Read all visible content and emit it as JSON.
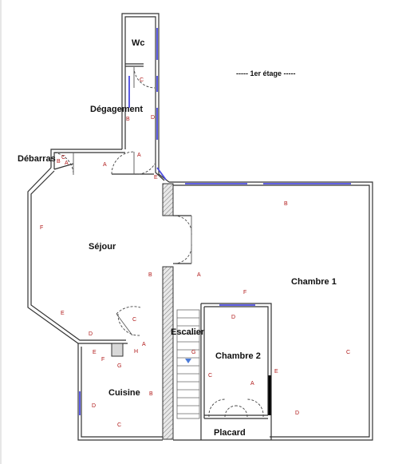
{
  "floor_title": "----- 1er étage -----",
  "rooms": {
    "wc": "Wc",
    "degagement": "Dégagement",
    "debarras": "Débarras",
    "sejour": "Séjour",
    "chambre1": "Chambre 1",
    "chambre2": "Chambre 2",
    "escalier": "Escalier",
    "cuisine": "Cuisine",
    "placard": "Placard"
  },
  "wall_letters": {
    "wc_c": "C",
    "deg_b": "B",
    "deg_d": "D",
    "deg_a": "A",
    "deg_e": "E",
    "deb_b": "B",
    "deb_c": "C",
    "deb_a": "A",
    "sej_a": "A",
    "sej_f": "F",
    "sej_b": "B",
    "sej_e": "E",
    "sej_d": "D",
    "sej_c": "C",
    "ch1_b": "B",
    "ch1_a": "A",
    "ch1_f": "F",
    "ch1_c": "C",
    "ch1_d": "D",
    "ch1_e": "E",
    "esc_a": "A",
    "esc_g": "G",
    "ch2_d": "D",
    "ch2_c": "C",
    "ch2_a": "A",
    "cui_e": "E",
    "cui_f": "F",
    "cui_g": "G",
    "cui_h": "H",
    "cui_b": "B",
    "cui_d": "D",
    "cui_c": "C"
  },
  "colors": {
    "walls": "#333333",
    "windows": "#4a4ae0",
    "wall_letters": "#b01818",
    "hatch": "#d8d8d8",
    "stair_arrow": "#4a7ad8"
  }
}
